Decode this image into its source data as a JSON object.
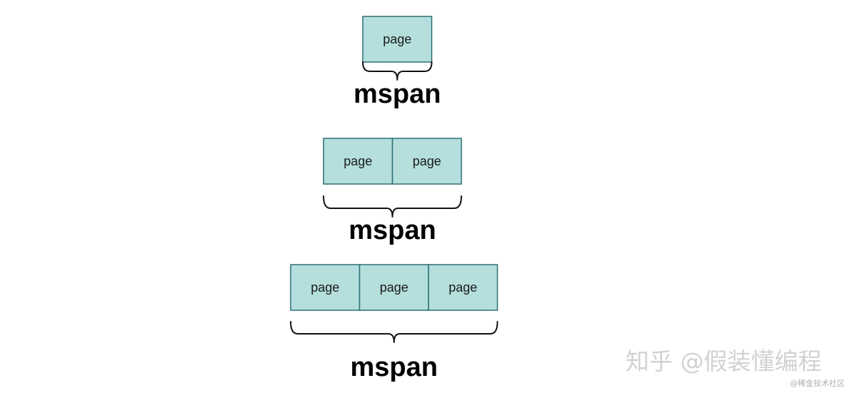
{
  "diagram": {
    "groups": [
      {
        "label": "mspan",
        "pages": [
          "page"
        ]
      },
      {
        "label": "mspan",
        "pages": [
          "page",
          "page"
        ]
      },
      {
        "label": "mspan",
        "pages": [
          "page",
          "page",
          "page"
        ]
      }
    ]
  },
  "colors": {
    "page_fill": "#b4dfdd",
    "page_stroke": "#2f6f74"
  },
  "watermark": {
    "main": "知乎 @假装懂编程",
    "small": "@稀金技术社区"
  }
}
